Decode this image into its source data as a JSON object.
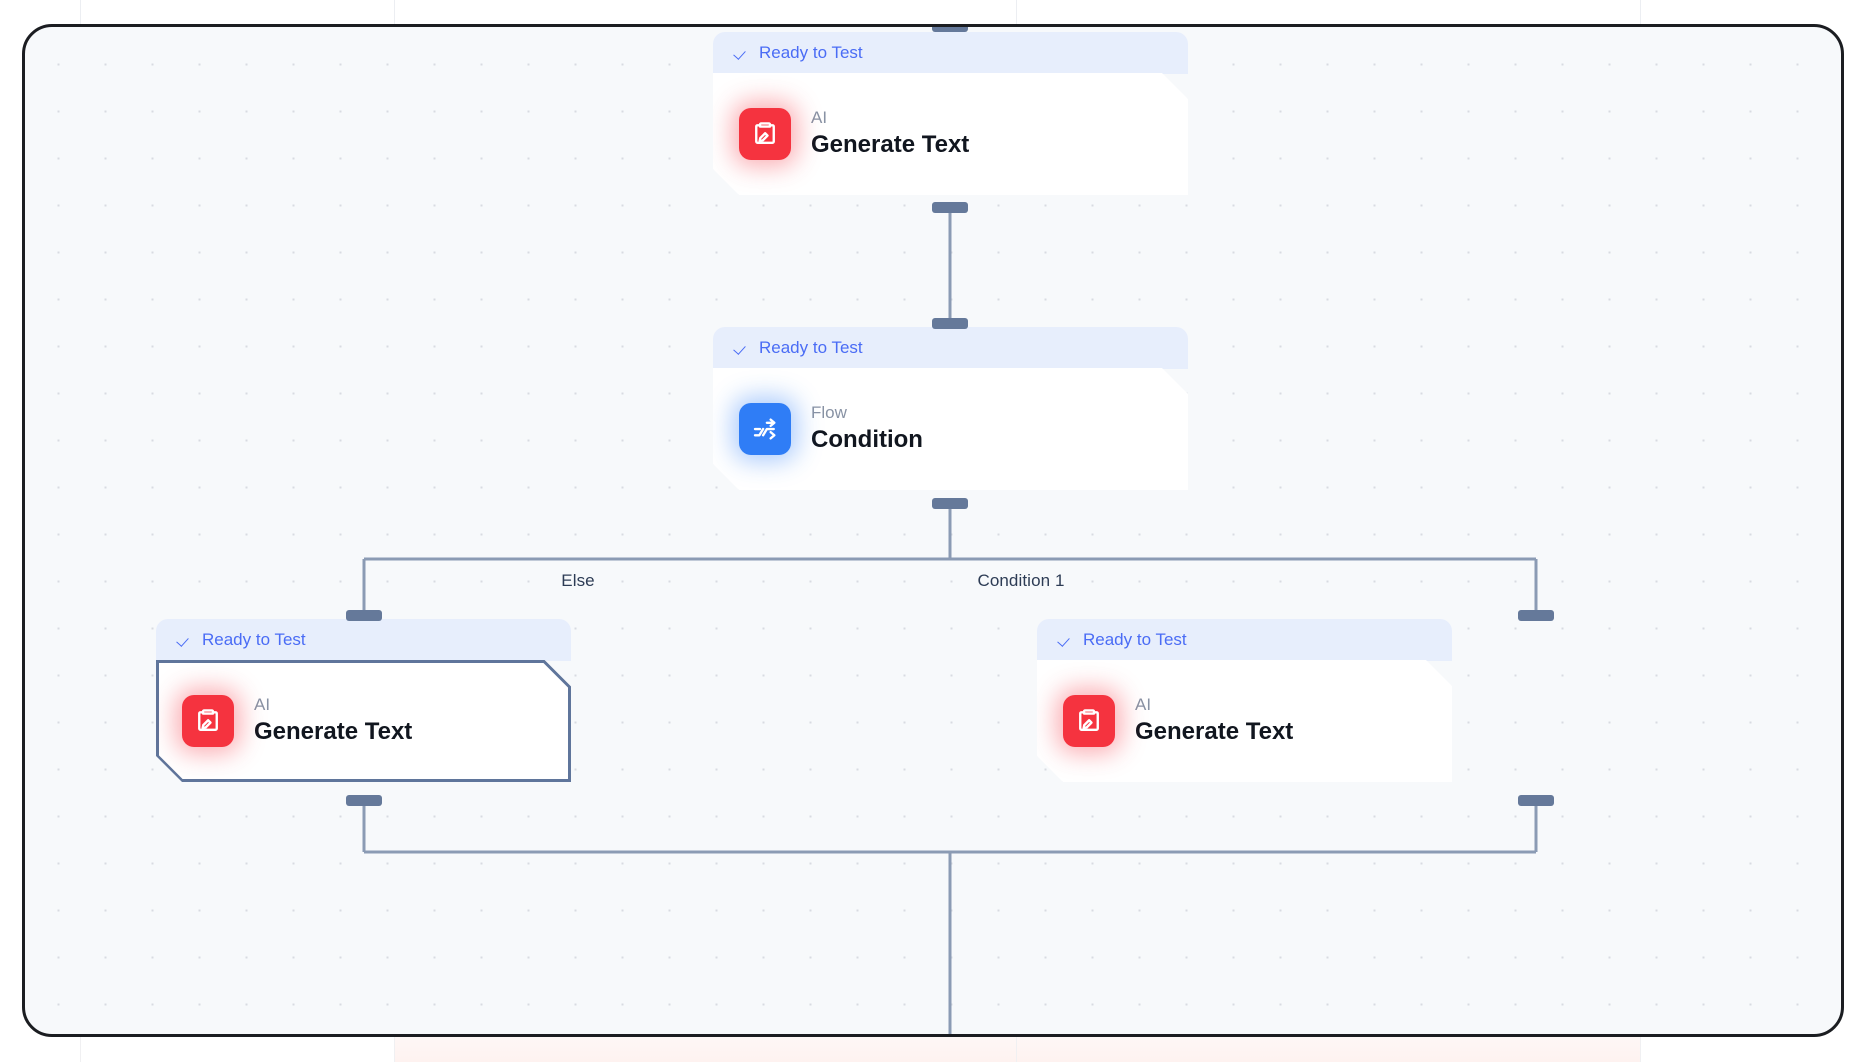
{
  "canvas": {
    "background_color": "#f7f9fb",
    "grid": "dot-grid",
    "frame_color": "#1b1d21"
  },
  "status_label": "Ready to Test",
  "status_color": "#4a6cf5",
  "icons": {
    "ai": "clipboard-pencil-icon",
    "flow": "branch-shuffle-icon",
    "check": "check-icon"
  },
  "nodes": [
    {
      "id": "generate-text-top",
      "status": "Ready to Test",
      "kind": "AI",
      "title": "Generate Text",
      "icon": "clipboard-pencil-icon",
      "icon_color": "#f5333f",
      "selected": false
    },
    {
      "id": "condition",
      "status": "Ready to Test",
      "kind": "Flow",
      "title": "Condition",
      "icon": "branch-shuffle-icon",
      "icon_color": "#2f7df6",
      "selected": false
    },
    {
      "id": "generate-text-else",
      "status": "Ready to Test",
      "kind": "AI",
      "title": "Generate Text",
      "icon": "clipboard-pencil-icon",
      "icon_color": "#f5333f",
      "selected": true
    },
    {
      "id": "generate-text-condition-1",
      "status": "Ready to Test",
      "kind": "AI",
      "title": "Generate Text",
      "icon": "clipboard-pencil-icon",
      "icon_color": "#f5333f",
      "selected": false
    }
  ],
  "edge_labels": {
    "left": "Else",
    "right": "Condition 1"
  },
  "edge_color": "#8b9bb4"
}
